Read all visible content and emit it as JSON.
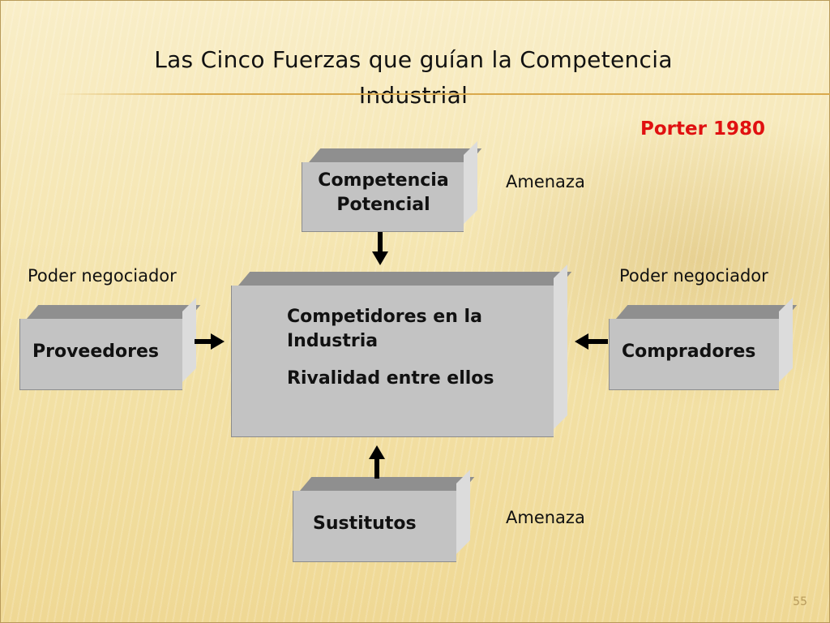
{
  "slide": {
    "title_line1": "Las Cinco Fuerzas que guían la Competencia",
    "title_line2": "Industrial",
    "author": "Porter 1980",
    "page_number": "55"
  },
  "diagram": {
    "potential": {
      "line1": "Competencia",
      "line2": "Potencial"
    },
    "center": {
      "line1": "Competidores en la",
      "line2": "Industria",
      "line3": "Rivalidad entre ellos"
    },
    "suppliers": {
      "label": "Proveedores"
    },
    "buyers": {
      "label": "Compradores"
    },
    "substitutes": {
      "label": "Sustitutos"
    }
  },
  "annotations": {
    "threat_top": "Amenaza",
    "threat_bottom": "Amenaza",
    "power_left": "Poder negociador",
    "power_right": "Poder negociador"
  },
  "colors": {
    "box_face": "#c3c3c3",
    "box_top": "#8f8f8f",
    "accent_red": "#e01010",
    "rule_gold": "#d9a94c"
  }
}
